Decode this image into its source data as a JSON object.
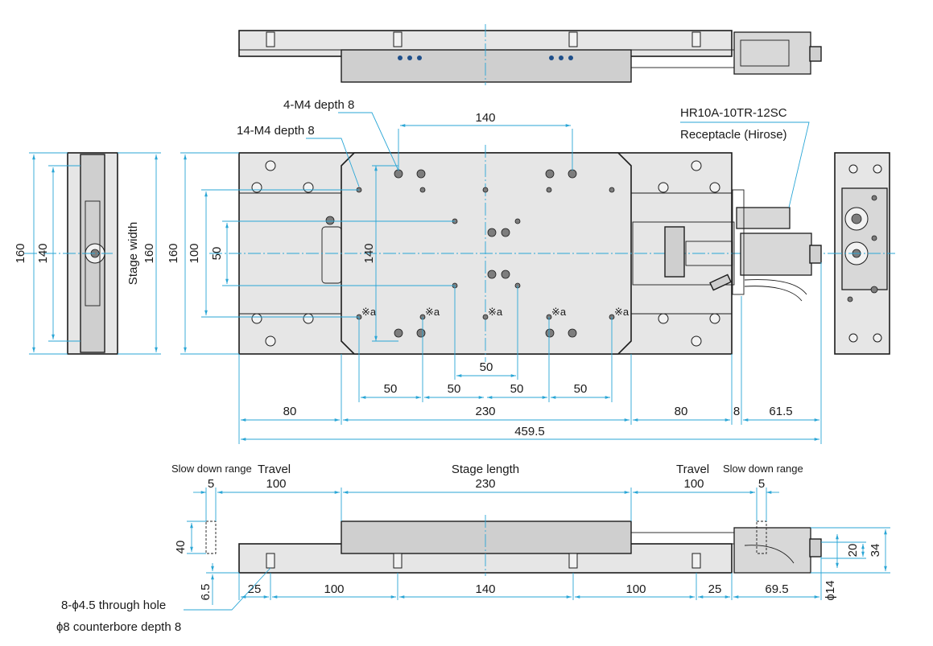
{
  "callouts": {
    "tapped_small": "4-M4 depth 8",
    "tapped_large": "14-M4 depth 8",
    "connector_model": "HR10A-10TR-12SC",
    "connector_desc": "Receptacle (Hirose)",
    "through_hole": "8-ϕ4.5 through hole",
    "counterbore": "ϕ8 counterbore depth 8",
    "ref_mark": "※a"
  },
  "labels": {
    "stage_width": "Stage width",
    "slow_down_range": "Slow down range",
    "travel": "Travel",
    "stage_length": "Stage length"
  },
  "dimensions": {
    "top_pitch": "140",
    "left_outer": "160",
    "left_inner": "140",
    "stage_width": "160",
    "plan_height": "160",
    "plan_100": "100",
    "plan_50": "50",
    "plan_140": "140",
    "center_50": "50",
    "pitch_a": "50",
    "pitch_b": "50",
    "pitch_c": "50",
    "pitch_d": "50",
    "left_80": "80",
    "mid_230": "230",
    "right_80": "80",
    "gap_8": "8",
    "motor_61_5": "61.5",
    "total_459_5": "459.5",
    "slow_left": "5",
    "travel_left": "100",
    "stage_length": "230",
    "travel_right": "100",
    "slow_right": "5",
    "side_40": "40",
    "side_6_5": "6.5",
    "bot_25_left": "25",
    "bot_100_left": "100",
    "bot_140": "140",
    "bot_100_right": "100",
    "bot_25_right": "25",
    "bot_69_5": "69.5",
    "right_20": "20",
    "right_34": "34",
    "right_phi14": "ϕ14"
  },
  "colors": {
    "dimension_line": "#2aa6d6",
    "outline": "#1c1c1c",
    "plate_fill": "#e6e6e6",
    "mark_dots": "#1f4f8a"
  },
  "icons": {
    "counterbore": "counterbore-hole-icon",
    "tapped_hole": "tapped-hole-icon",
    "motor": "stepper-motor-icon",
    "connector": "connector-receptacle-icon"
  }
}
